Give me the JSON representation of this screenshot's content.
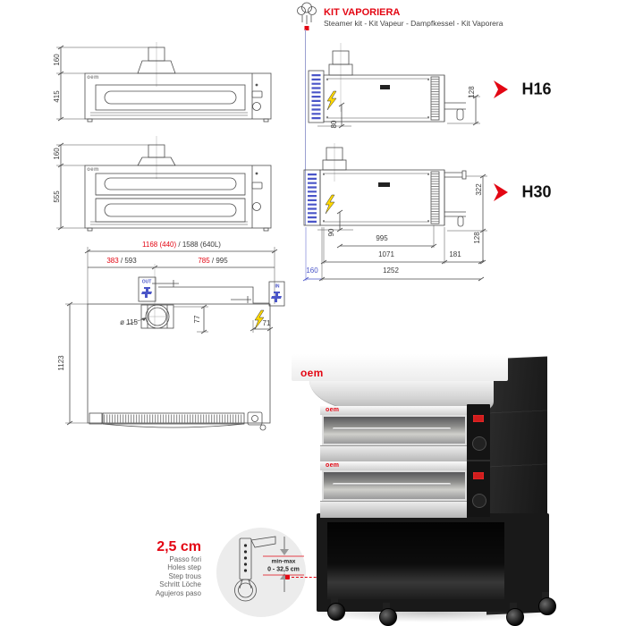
{
  "header": {
    "title": "KIT VAPORIERA",
    "subtitle": "Steamer kit - Kit Vapeur - Dampfkessel - Kit Vaporera"
  },
  "brand": {
    "logo": "oem"
  },
  "models": {
    "h16": "H16",
    "h30": "H30"
  },
  "colors": {
    "accent_red": "#e30613",
    "steamer_blue": "#4a55c8",
    "warning_yellow": "#ffd800",
    "line_gray": "#4d4d4d"
  },
  "icons": {
    "steam": "steam-icon",
    "faucet": "faucet-icon",
    "lightning": "lightning-icon",
    "chevron": "chevron-right-icon",
    "caster": "caster-icon",
    "arrow_down": "arrow-down-icon",
    "arrow_up": "arrow-up-icon"
  },
  "front_h16": {
    "dim_chimney_height": "160",
    "dim_body_height": "415"
  },
  "front_h30": {
    "dim_chimney_height": "160",
    "dim_body_height": "555"
  },
  "side_h16": {
    "dim_inlet_height": "80",
    "dim_handle_height": "128"
  },
  "side_h30": {
    "dim_inlet_height": "90",
    "dim_chamber_depth": "995",
    "dim_body_depth": "1071",
    "dim_rear_offset": "181",
    "dim_total_depth": "1252",
    "dim_steamer_depth": "160",
    "dim_front_height": "322",
    "dim_handle_height": "128"
  },
  "top_view": {
    "dim_width_models_red": "1168 (440)",
    "dim_width_models_black": " / 1588 (640L)",
    "dim_left_red": "383",
    "dim_left_black": " / 593",
    "dim_right_red": "785",
    "dim_right_black": " / 995",
    "out_label": "OUT",
    "in_label": "IN",
    "chimney_diameter": "ø 115",
    "dim_chimney_offset": "77",
    "dim_connection_offset": "71",
    "dim_depth": "1123"
  },
  "legend": {
    "value": "2,5 cm",
    "lines": [
      "Passo fori",
      "Holes step",
      "Step trous",
      "Schritt Löche",
      "Agujeros paso"
    ],
    "minmax_label": "min-max",
    "minmax_value": "0 - 32,5 cm"
  }
}
